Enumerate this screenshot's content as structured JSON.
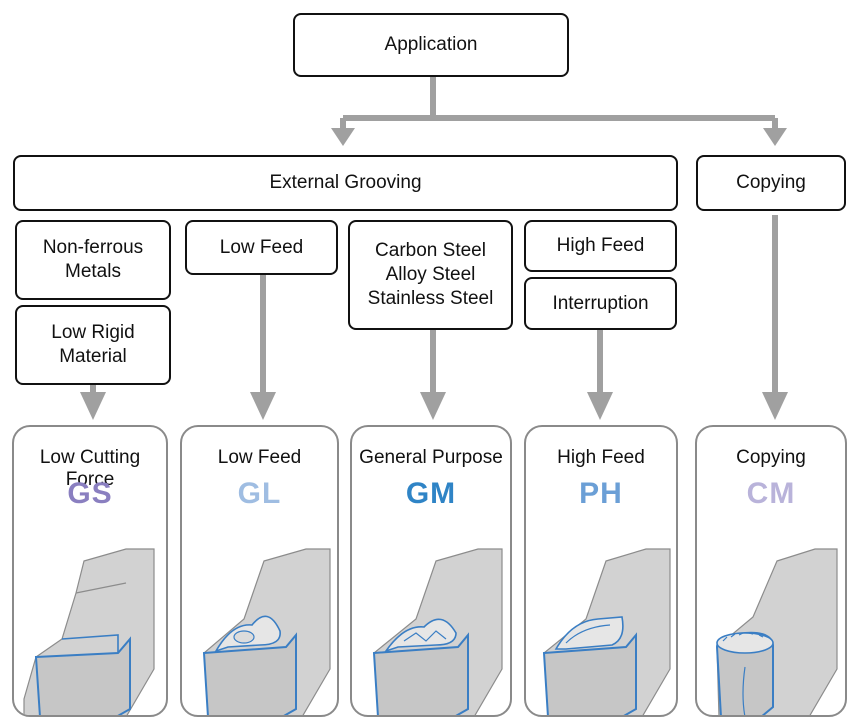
{
  "root": {
    "label": "Application"
  },
  "groups": {
    "external": "External Grooving",
    "copying": "Copying"
  },
  "conditions": {
    "nonferrous": "Non-ferrous\nMetals",
    "lowrigid": "Low Rigid\nMaterial",
    "lowfeed": "Low Feed",
    "steels": "Carbon Steel\nAlloy Steel\nStainless Steel",
    "highfeed": "High Feed",
    "interruption": "Interruption"
  },
  "inserts": [
    {
      "title": "Low Cutting Force",
      "code": "GS",
      "color": "#8a7fc0",
      "shape": "gs"
    },
    {
      "title": "Low Feed",
      "code": "GL",
      "color": "#9fbde2",
      "shape": "gl"
    },
    {
      "title": "General Purpose",
      "code": "GM",
      "color": "#2f84c6",
      "shape": "gm"
    },
    {
      "title": "High Feed",
      "code": "PH",
      "color": "#6b9fd6",
      "shape": "ph"
    },
    {
      "title": "Copying",
      "code": "CM",
      "color": "#b9b3da",
      "shape": "cm"
    }
  ],
  "colors": {
    "connector": "#a0a0a0",
    "insert_fill": "#d2d2d2",
    "insert_edge": "#3a7ec4"
  }
}
